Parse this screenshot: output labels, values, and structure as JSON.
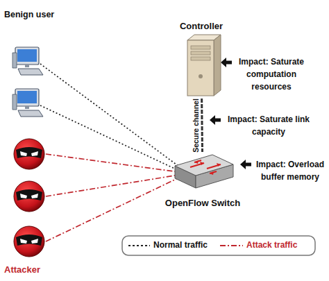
{
  "diagram": {
    "nodes": [
      {
        "text": [
          "Controller"
        ]
      },
      {
        "text": [
          "OpenFlow Switch"
        ]
      }
    ],
    "edges": [
      {
        "from": 0,
        "to": 1,
        "arrow": "none",
        "label": "Secure channel"
      }
    ],
    "labels": [
      "Benign user",
      "Impact: Saturate computation resources",
      "Impact: Saturate link capacity",
      "Impact: Overload buffer memory",
      "Attacker"
    ],
    "legend": [
      {
        "text": "Normal traffic"
      },
      {
        "text": "Attack traffic"
      }
    ]
  }
}
